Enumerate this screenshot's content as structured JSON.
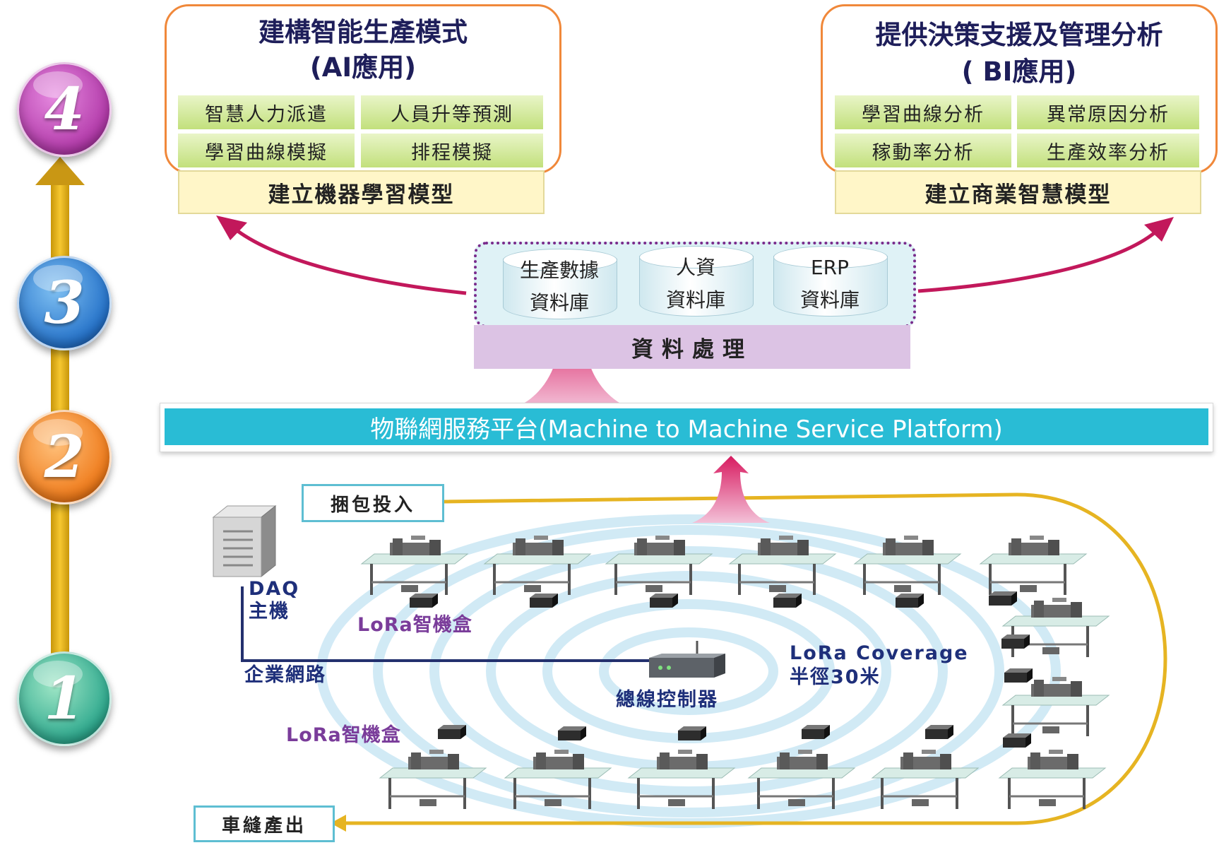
{
  "steps": [
    "4",
    "3",
    "2",
    "1"
  ],
  "ai_box": {
    "title": "建構智能生產模式",
    "subtitle": "(AI應用)",
    "cells": [
      "智慧人力派遣",
      "人員升等預測",
      "學習曲線模擬",
      "排程模擬"
    ],
    "model": "建立機器學習模型"
  },
  "bi_box": {
    "title": "提供決策支援及管理分析",
    "subtitle": "( BI應用)",
    "cells": [
      "學習曲線分析",
      "異常原因分析",
      "稼動率分析",
      "生產效率分析"
    ],
    "model": "建立商業智慧模型"
  },
  "databases": [
    {
      "line1": "生產數據",
      "line2": "資料庫"
    },
    {
      "line1": "人資",
      "line2": "資料庫"
    },
    {
      "line1": "ERP",
      "line2": "資料庫"
    }
  ],
  "data_processing": "資料處理",
  "platform": "物聯網服務平台(Machine to Machine Service Platform)",
  "factory": {
    "input_tag": "捆包投入",
    "output_tag": "車縫產出",
    "daq_line1": "DAQ",
    "daq_line2": "主機",
    "network": "企業網路",
    "lora_box": "LoRa智機盒",
    "controller": "總線控制器",
    "coverage_line1": "LoRa Coverage",
    "coverage_line2": "半徑30米"
  },
  "colors": {
    "orange_border": "#f0883a",
    "cell_green": "#c2e07c",
    "model_yellow": "#fff6c8",
    "platform_cyan": "#29bcd5",
    "arrow_magenta": "#c2185b",
    "loop_gold": "#e6b422",
    "lora_purple": "#7a3c9a",
    "label_navy": "#1e2f7a"
  }
}
